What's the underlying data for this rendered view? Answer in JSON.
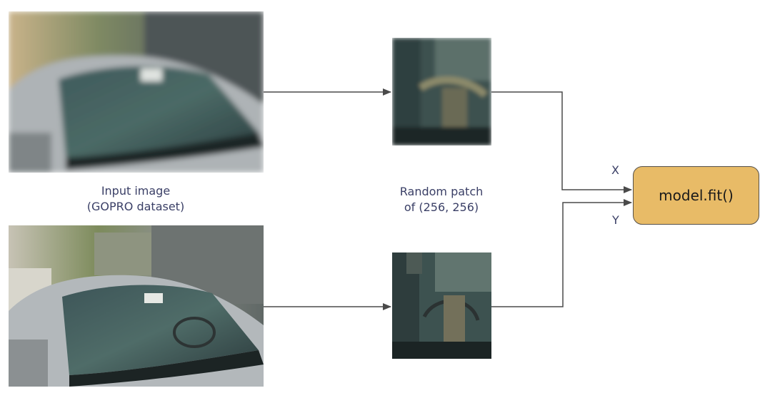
{
  "diagram": {
    "input_caption_line1": "Input image",
    "input_caption_line2": "(GOPRO dataset)",
    "patch_caption_line1": "Random patch",
    "patch_caption_line2": "of (256, 256)",
    "label_x": "X",
    "label_y": "Y",
    "model_label": "model.fit()"
  },
  "colors": {
    "model_box_fill": "#e8bb67",
    "arrow": "#4a4a4a",
    "caption_text": "#3a3f66"
  }
}
